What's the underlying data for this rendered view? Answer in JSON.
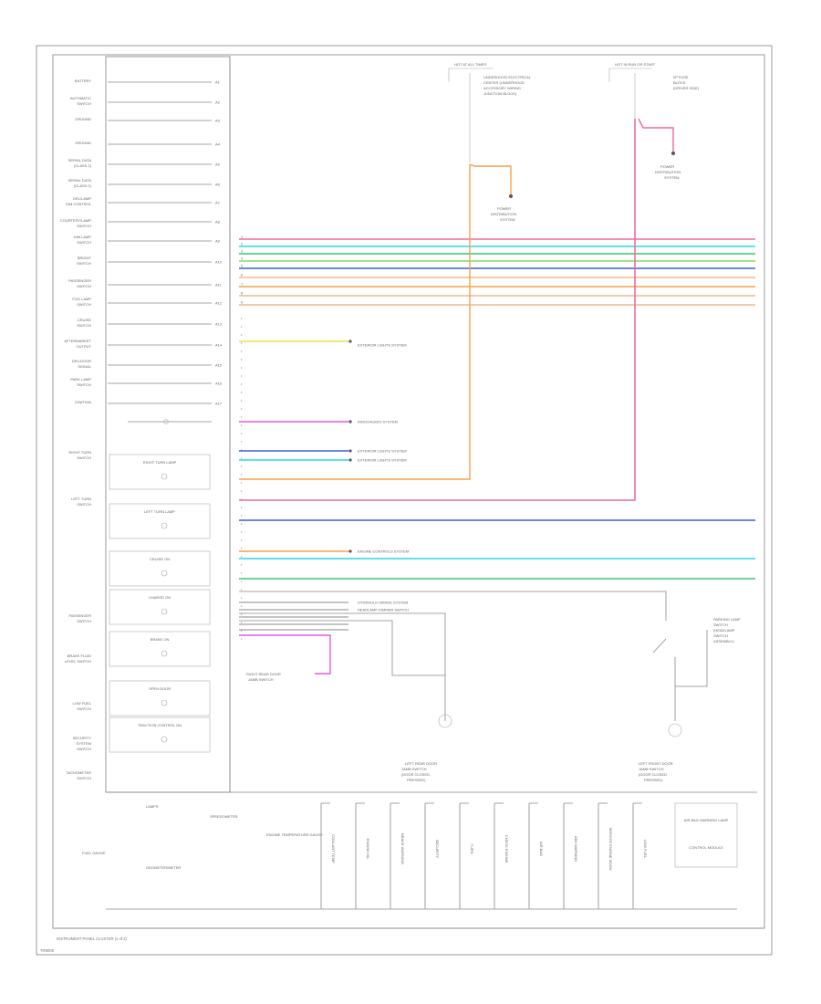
{
  "title": "INSTRUMENT PANEL CLUSTER (1 of 2)",
  "footer_code": "TR9009",
  "left_labels": [
    "BATTERY",
    "AUTOMATIC SWITCH",
    "GROUND",
    "GROUND",
    "SERIAL DATA (CLASS 2)",
    "SERIAL DATA (CLASS 2)",
    "DRL/LAMP DIM CONTROL",
    "COURTESY/LAMP SWITCH",
    "DIM LAMP SWITCH",
    "BRIGHT SWITCH",
    "PASSENGER SWITCH",
    "FOG LAMP SWITCH",
    "CRUISE SWITCH",
    "AFTERMARKET OUTPUT",
    "DRL/DOOR SIGNAL",
    "PARK LAMP SWITCH",
    "IGNITION"
  ],
  "indicators": [
    "RIGHT TURN LAMP",
    "LEFT TURN LAMP",
    "CRUISE ON",
    "CHARGE ON",
    "BRAKE ON",
    "OPEN DOOR",
    "TRACTION CONTROL ON"
  ],
  "side_labels": [
    "RIGHT TURN SWITCH",
    "LEFT TURN SWITCH",
    "PASSENGER SWITCH",
    "BRAKE FLUID LEVEL SWITCH",
    "LOW FUEL SWITCH",
    "SECURITY SYSTEM SWITCH",
    "TACHOMETER SWITCH"
  ],
  "top_blocks": [
    {
      "head": "HOT AT ALL TIMES",
      "text": "UNDERHOOD ELECTRICAL CENTER (UNDERHOOD ACCESSORY WIRING JUNCTION BLOCK)",
      "dest": "POWER DISTRIBUTION SYSTEM"
    },
    {
      "head": "HOT IN RUN OR START",
      "text": "I/P FUSE BLOCK (DRIVER SIDE)",
      "dest": "POWER DISTRIBUTION SYSTEM"
    }
  ],
  "wire_notes": [
    "EXTERIOR LIGHTS SYSTEM",
    "RADIO/AUDIO SYSTEM",
    "EXTERIOR LIGHTS SYSTEM",
    "EXTERIOR LIGHTS SYSTEM",
    "ENGINE CONTROLS SYSTEM",
    "HYDRAULIC BRAKE SYSTEM",
    "HEADLAMP DIMMER SWITCH"
  ],
  "bottom_labels": [
    "COOLANT TEMP",
    "ENGINE OIL",
    "BRAKE WARNING",
    "SECURITY",
    "TURN",
    "CHECK ENGINE",
    "AIR BAG",
    "ABS WARNING",
    "SERVICE ENGINE SOON",
    "LOW FUEL"
  ],
  "bottom_left": [
    "LAMPS",
    "ODOMETER/METER",
    "SPEEDOMETER",
    "ENGINE TEMPERATURE GAUGE",
    "FUEL GAUGE"
  ],
  "bottom_right": [
    "AIR BAG WARNING LAMP",
    "CONTROL MODULE"
  ],
  "switches": [
    {
      "label": "LEFT REAR DOOR JAMB SWITCH (DOOR CLOSED, PRESSED)"
    },
    {
      "label": "LEFT FRONT DOOR JAMB SWITCH (DOOR CLOSED, PRESSED)"
    }
  ],
  "right_block": "PARKING LAMP SWITCH (HEADLAMP SWITCH ASSEMBLY)",
  "colors": {
    "pink": "#f06aa0",
    "cyan": "#2bd6e6",
    "green": "#3ac86b",
    "blue": "#3f5fd6",
    "orange": "#f5a14a",
    "peach": "#f4b98a",
    "yellow": "#e8e04a",
    "magenta": "#e05ae0",
    "purple": "#a06fe0",
    "lime": "#7ddc6a",
    "gray": "#777777"
  }
}
